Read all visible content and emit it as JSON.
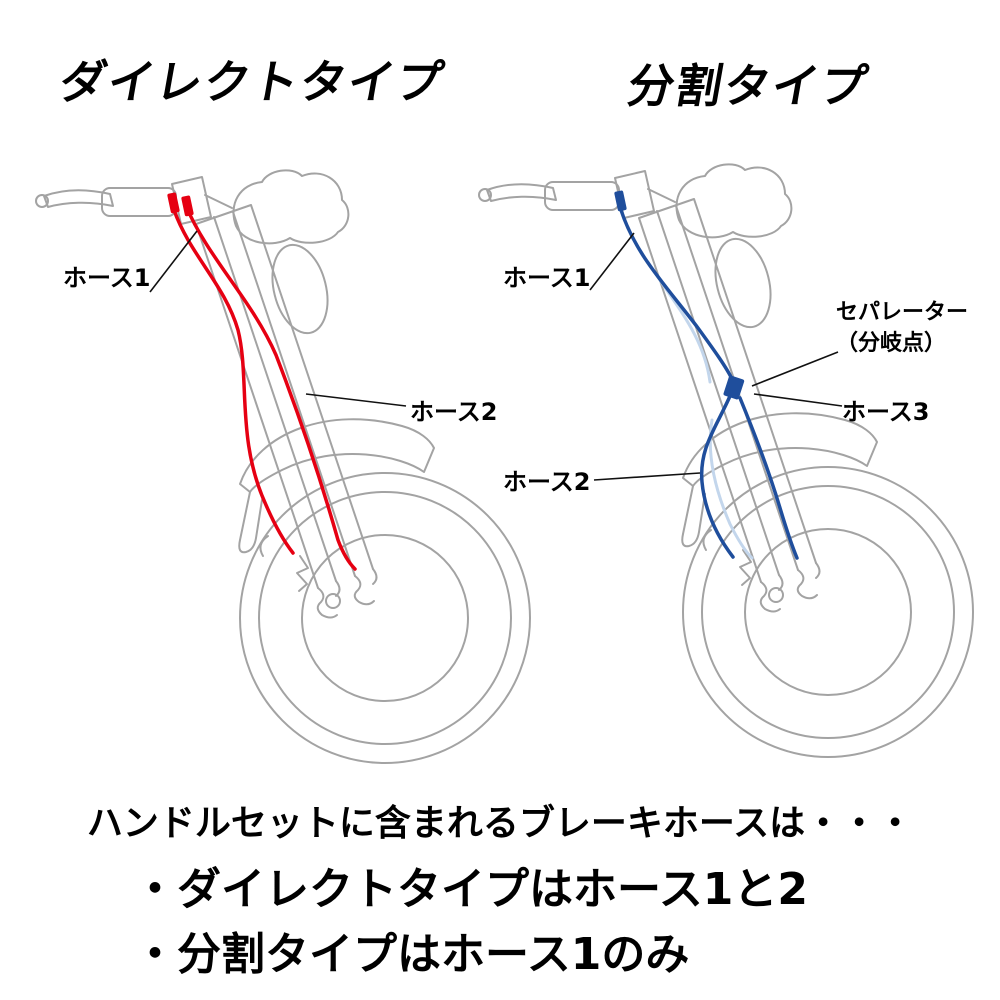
{
  "titles": {
    "direct": "ダイレクトタイプ",
    "split": "分割タイプ"
  },
  "labels": {
    "direct_hose1": "ホース1",
    "direct_hose2": "ホース2",
    "split_hose1": "ホース1",
    "split_separator_line1": "セパレーター",
    "split_separator_line2": "（分岐点）",
    "split_hose3": "ホース3",
    "split_hose2": "ホース2"
  },
  "footer": {
    "intro": "ハンドルセットに含まれるブレーキホースは・・・",
    "bullet_direct": "・ダイレクトタイプはホース1と2",
    "bullet_split": "・分割タイプはホース1のみ"
  },
  "colors": {
    "outline": "#a3a3a3",
    "direct_hose": "#e60012",
    "split_hose": "#1f4e9c",
    "split_hose_light": "#c3d6ec",
    "leader_line": "#111111"
  }
}
